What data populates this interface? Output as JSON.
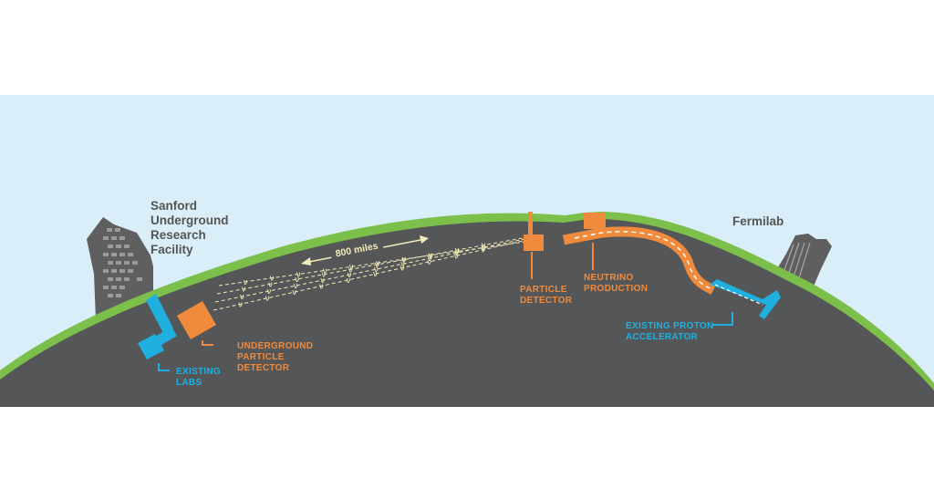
{
  "sites": {
    "sanford": [
      "Sanford",
      "Underground",
      "Research",
      "Facility"
    ],
    "fermilab": "Fermilab"
  },
  "distance_label": "800 miles",
  "labels": {
    "underground_detector": [
      "UNDERGROUND",
      "PARTICLE",
      "DETECTOR"
    ],
    "existing_labs": [
      "EXISTING",
      "LABS"
    ],
    "particle_detector": [
      "PARTICLE",
      "DETECTOR"
    ],
    "neutrino_production": [
      "NEUTRINO",
      "PRODUCTION"
    ],
    "existing_proton_accelerator": [
      "EXISTING PROTON",
      "ACCELERATOR"
    ]
  },
  "beam_glyph": "ν",
  "colors": {
    "sky": "#d9eef8",
    "ground": "#555657",
    "grass": "#7cc04b",
    "orange": "#f08a3c",
    "blue": "#1fb0df",
    "building": "#5f5f60",
    "beam": "#f3ecb8"
  }
}
